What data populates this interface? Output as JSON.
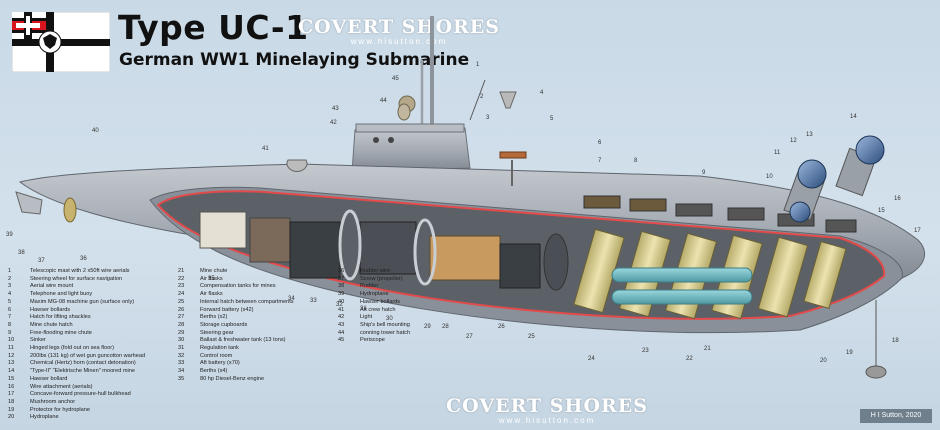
{
  "title": "Type UC-1",
  "subtitle": "German WW1 Minelaying Submarine",
  "logo": {
    "line1": "COVERT SHORES",
    "line2": "www.hisutton.com"
  },
  "credit": "H I Sutton, 2020",
  "colors": {
    "flag_red": "#d8141f",
    "flag_black": "#111111",
    "hull": "#a8aeb6",
    "cutaway": "#e34a4a"
  },
  "legend": [
    {
      "num": "1",
      "label": "Telescopic mast with 2 x50ft wire aerials"
    },
    {
      "num": "2",
      "label": "Steering wheel for surface navigation"
    },
    {
      "num": "3",
      "label": "Aerial wire mount"
    },
    {
      "num": "4",
      "label": "Telephone and light buoy"
    },
    {
      "num": "5",
      "label": "Maxim MG-08 machine gun (surface only)"
    },
    {
      "num": "6",
      "label": "Hawser bollards"
    },
    {
      "num": "7",
      "label": "Hatch for lifting shackles"
    },
    {
      "num": "8",
      "label": "Mine chute hatch"
    },
    {
      "num": "9",
      "label": "Free-flooding mine chute"
    },
    {
      "num": "10",
      "label": "Sinker"
    },
    {
      "num": "11",
      "label": "Hinged legs (fold out on sea floor)"
    },
    {
      "num": "12",
      "label": "200lbs (131 kg) of wet gun guncotton warhead"
    },
    {
      "num": "13",
      "label": "Chemical (Hertz) horn (contact detonation)"
    },
    {
      "num": "14",
      "label": "\"Type-II\" \"Elektrische Minen\" moored mine"
    },
    {
      "num": "15",
      "label": "Hawser bollard"
    },
    {
      "num": "16",
      "label": "Wire attachment (aerials)"
    },
    {
      "num": "17",
      "label": "Concave-forward pressure-hull bulkhead"
    },
    {
      "num": "18",
      "label": "Mushroom anchor"
    },
    {
      "num": "19",
      "label": "Protector for hydroplane"
    },
    {
      "num": "20",
      "label": "Hydroplane"
    },
    {
      "num": "21",
      "label": "Mine chute"
    },
    {
      "num": "22",
      "label": "Air flasks"
    },
    {
      "num": "23",
      "label": "Compensation tanks for mines"
    },
    {
      "num": "24",
      "label": "Air flasks"
    },
    {
      "num": "25",
      "label": "Internal hatch between compartments"
    },
    {
      "num": "26",
      "label": "Forward battery (x42)"
    },
    {
      "num": "27",
      "label": "Berths (x2)"
    },
    {
      "num": "28",
      "label": "Storage cupboards"
    },
    {
      "num": "29",
      "label": "Steering gear"
    },
    {
      "num": "30",
      "label": "Ballast & freshwater tank (13 tons)"
    },
    {
      "num": "31",
      "label": "Regulation tank"
    },
    {
      "num": "32",
      "label": "Control room"
    },
    {
      "num": "33",
      "label": "Aft battery (x70)"
    },
    {
      "num": "34",
      "label": "Berths (x4)"
    },
    {
      "num": "35",
      "label": "80 hp Diesel-Benz engine"
    },
    {
      "num": "36",
      "label": "Rudder wire"
    },
    {
      "num": "37",
      "label": "Screw (propeller)"
    },
    {
      "num": "38",
      "label": "Rudder"
    },
    {
      "num": "39",
      "label": "Hydroplane"
    },
    {
      "num": "40",
      "label": "Hawser bollards"
    },
    {
      "num": "41",
      "label": "Aft crew hatch"
    },
    {
      "num": "42",
      "label": "Light"
    },
    {
      "num": "43",
      "label": "Ship's bell mounting"
    },
    {
      "num": "44",
      "label": "conning tower hatch"
    },
    {
      "num": "45",
      "label": "Periscope"
    }
  ],
  "callouts": [
    "1",
    "2",
    "3",
    "4",
    "5",
    "6",
    "7",
    "8",
    "9",
    "10",
    "11",
    "12",
    "13",
    "14",
    "15",
    "16",
    "17",
    "18",
    "19",
    "20",
    "21",
    "22",
    "23",
    "24",
    "25",
    "26",
    "27",
    "28",
    "29",
    "30",
    "31",
    "32",
    "33",
    "34",
    "35",
    "36",
    "37",
    "38",
    "39",
    "40",
    "41",
    "42",
    "43",
    "44",
    "45"
  ]
}
